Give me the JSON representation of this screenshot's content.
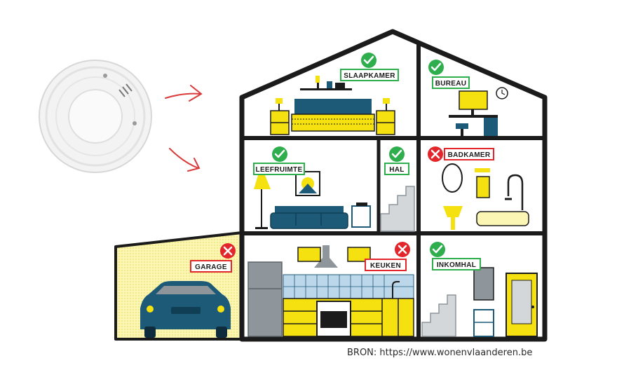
{
  "colors": {
    "ok": "#2fae4e",
    "no": "#e3262c",
    "outline": "#1b1b1b",
    "yellow": "#f4e10f",
    "teal": "#1d5a78",
    "grey": "#8e969b",
    "arrow": "#d93a3a"
  },
  "rooms": [
    {
      "key": "slaapkamer",
      "label": "SLAAPKAMER",
      "status": "ok"
    },
    {
      "key": "bureau",
      "label": "BUREAU",
      "status": "ok"
    },
    {
      "key": "leefruimte",
      "label": "LEEFRUIMTE",
      "status": "ok"
    },
    {
      "key": "hal",
      "label": "HAL",
      "status": "ok"
    },
    {
      "key": "badkamer",
      "label": "BADKAMER",
      "status": "no"
    },
    {
      "key": "garage",
      "label": "GARAGE",
      "status": "no"
    },
    {
      "key": "keuken",
      "label": "KEUKEN",
      "status": "no"
    },
    {
      "key": "inkomhal",
      "label": "INKOMHAL",
      "status": "ok"
    }
  ],
  "source_text": "BRON: https://www.wonenvlaanderen.be",
  "icons": {
    "ok": "check-circle-icon",
    "no": "cross-circle-icon",
    "detector": "smoke-detector-icon",
    "arrow": "arrow-icon"
  }
}
